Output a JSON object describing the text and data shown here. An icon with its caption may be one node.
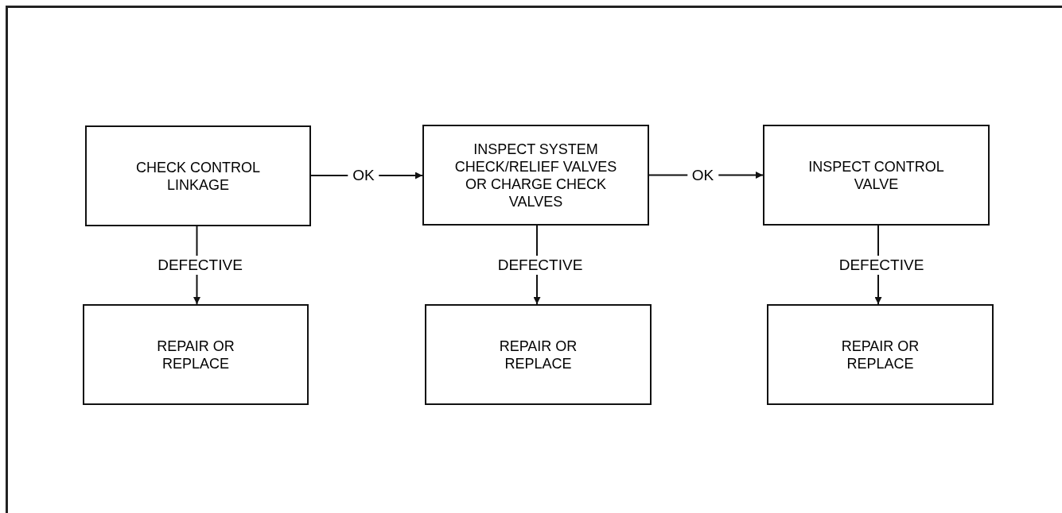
{
  "diagram": {
    "nodes": [
      {
        "text": [
          "CHECK CONTROL LINKAGE"
        ]
      },
      {
        "text": [
          "INSPECT SYSTEM CHECK/RELIEF VALVES OR CHARGE CHECK VALVES"
        ]
      },
      {
        "text": [
          "INSPECT CONTROL VALVE"
        ]
      },
      {
        "text": [
          "REPAIR OR REPLACE"
        ]
      },
      {
        "text": [
          "REPAIR OR REPLACE"
        ]
      },
      {
        "text": [
          "REPAIR OR REPLACE"
        ]
      }
    ],
    "edges": [
      {
        "from": 0,
        "to": 1,
        "arrow": "to",
        "label": "OK"
      },
      {
        "from": 1,
        "to": 2,
        "arrow": "to",
        "label": "OK"
      },
      {
        "from": 0,
        "to": 3,
        "arrow": "to",
        "label": "DEFECTIVE"
      },
      {
        "from": 1,
        "to": 4,
        "arrow": "to",
        "label": "DEFECTIVE"
      },
      {
        "from": 2,
        "to": 5,
        "arrow": "to",
        "label": "DEFECTIVE"
      }
    ]
  }
}
